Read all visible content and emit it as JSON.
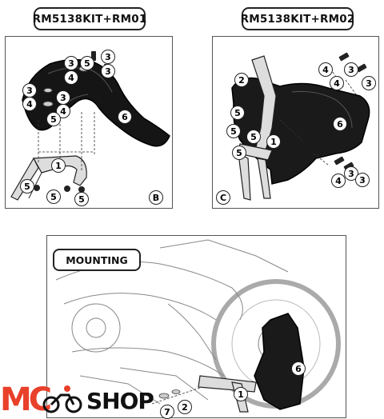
{
  "panels": {
    "b": {
      "title": "RM5138KIT+RM01",
      "corner": "B"
    },
    "c": {
      "title": "RM5138KIT+RM02",
      "corner": "C"
    },
    "mounting": {
      "title": "MOUNTING"
    }
  },
  "callouts": {
    "one": "1",
    "two": "2",
    "three": "3",
    "four": "4",
    "five": "5",
    "six": "6",
    "seven": "7"
  },
  "logo": {
    "mark": "MC",
    "word": "SHOP",
    "colors": {
      "accent": "#e8402a",
      "text": "#111111"
    }
  }
}
